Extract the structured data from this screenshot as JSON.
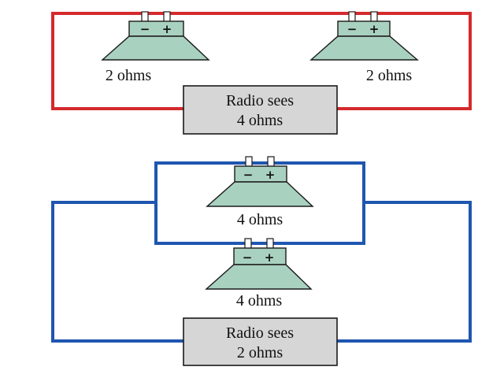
{
  "series_diagram": {
    "wire_color": "#d42a2e",
    "speaker_left": {
      "minus": "−",
      "plus": "+",
      "impedance": "2 ohms"
    },
    "speaker_right": {
      "minus": "−",
      "plus": "+",
      "impedance": "2 ohms"
    },
    "radio": {
      "line1": "Radio sees",
      "line2": "4 ohms"
    }
  },
  "parallel_diagram": {
    "wire_color": "#1f56b0",
    "speaker_top": {
      "minus": "−",
      "plus": "+",
      "impedance": "4 ohms"
    },
    "speaker_bottom": {
      "minus": "−",
      "plus": "+",
      "impedance": "4 ohms"
    },
    "radio": {
      "line1": "Radio sees",
      "line2": "2 ohms"
    }
  },
  "colors": {
    "speaker_fill": "#a9d1c0",
    "radio_box_fill": "#d6d6d6"
  }
}
